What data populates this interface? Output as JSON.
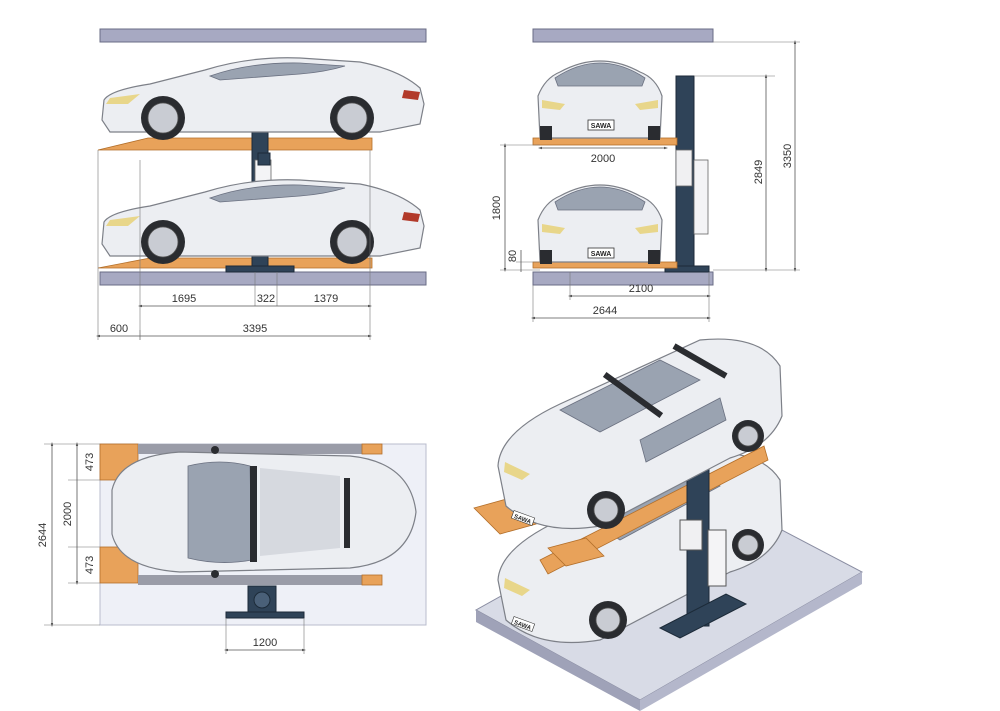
{
  "brand_plate": "SAWA",
  "colors": {
    "slab": "#a7a9c2",
    "post": "#2f4358",
    "platform": "#e8a25a",
    "car": "#eceef2"
  },
  "side_view": {
    "dims": {
      "d1695": "1695",
      "d322": "322",
      "d1379": "1379",
      "d600": "600",
      "d3395": "3395"
    }
  },
  "front_view": {
    "dims": {
      "d2000": "2000",
      "d1800": "1800",
      "d80": "80",
      "d2849": "2849",
      "d3350": "3350",
      "d2100": "2100",
      "d2644": "2644"
    }
  },
  "top_view": {
    "dims": {
      "d473a": "473",
      "d2000": "2000",
      "d473b": "473",
      "d2644": "2644",
      "d1200": "1200"
    }
  }
}
